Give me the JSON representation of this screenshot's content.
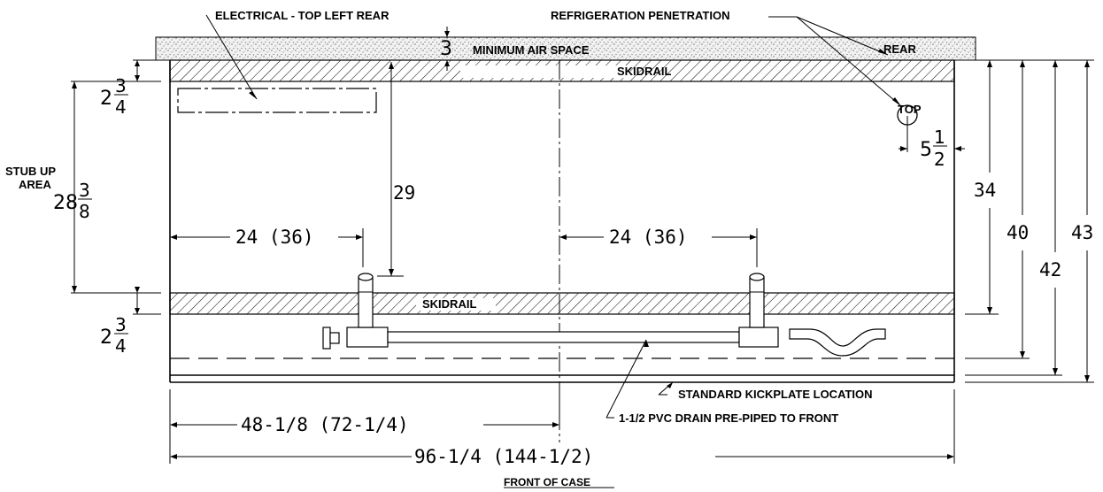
{
  "labels": {
    "electrical": "ELECTRICAL - TOP LEFT REAR",
    "refrigeration": "REFRIGERATION PENETRATION",
    "minimum_air_space": "MINIMUM AIR SPACE",
    "rear": "REAR",
    "skidrail_top": "SKIDRAIL",
    "skidrail_bottom": "SKIDRAIL",
    "top": "TOP",
    "stub_up_line1": "STUB UP",
    "stub_up_line2": "AREA",
    "kickplate": "STANDARD KICKPLATE LOCATION",
    "drain": "1-1/2 PVC DRAIN PRE-PIPED TO FRONT",
    "front_of_case": "FRONT OF CASE"
  },
  "dimensions": {
    "air_space": "3",
    "top_offset": {
      "whole": "2",
      "num": "3",
      "den": "4"
    },
    "bottom_offset": {
      "whole": "2",
      "num": "3",
      "den": "4"
    },
    "stub_up": {
      "whole": "28",
      "num": "3",
      "den": "8"
    },
    "drain_drop": "29",
    "refrig_offset": {
      "whole": "5",
      "num": "1",
      "den": "2"
    },
    "left_drain": "24 (36)",
    "right_drain": "24 (36)",
    "half_width": "48-1/8 (72-1/4)",
    "full_width": "96-1/4 (144-1/2)",
    "depth_34": "34",
    "depth_40": "40",
    "depth_42": "42",
    "depth_43": "43"
  }
}
